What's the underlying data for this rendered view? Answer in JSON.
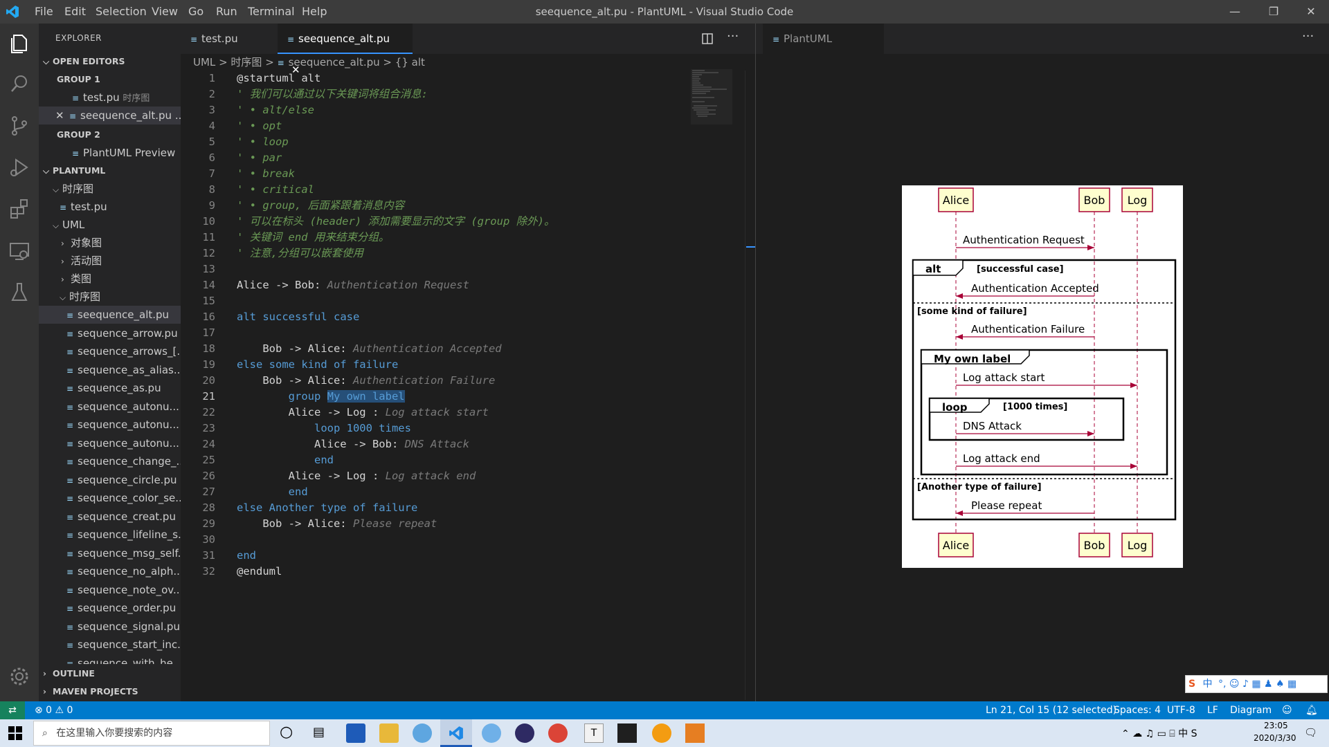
{
  "window": {
    "title": "seequence_alt.pu - PlantUML - Visual Studio Code",
    "menu": [
      "File",
      "Edit",
      "Selection",
      "View",
      "Go",
      "Run",
      "Terminal",
      "Help"
    ]
  },
  "sidebar": {
    "header": "EXPLORER",
    "open_editors": "OPEN EDITORS",
    "group1": "GROUP 1",
    "group1_items": [
      {
        "name": "test.pu",
        "desc": "时序图"
      },
      {
        "name": "seequence_alt.pu",
        "desc": "..."
      }
    ],
    "group2": "GROUP 2",
    "group2_items": [
      {
        "name": "PlantUML Preview"
      }
    ],
    "project": "PLANTUML",
    "tree": {
      "folder1": "时序图",
      "folder1_file": "test.pu",
      "uml": "UML",
      "uml_children": [
        "对象图",
        "活动图",
        "类图",
        "时序图"
      ],
      "files": [
        "seequence_alt.pu",
        "sequence_arrow.pu",
        "sequence_arrows_[...",
        "sequence_as_alias....",
        "sequence_as.pu",
        "sequence_autonu...",
        "sequence_autonu...",
        "sequence_autonu...",
        "sequence_change_...",
        "sequence_circle.pu",
        "sequence_color_se...",
        "sequence_creat.pu",
        "sequence_lifeline_s...",
        "sequence_msg_self...",
        "sequence_no_alph...",
        "sequence_note_ov...",
        "sequence_order.pu",
        "sequence_signal.pu",
        "sequence_start_inc...",
        "sequence_with_he..."
      ]
    },
    "outline": "OUTLINE",
    "maven": "MAVEN PROJECTS"
  },
  "editor": {
    "tabs": [
      {
        "label": "test.pu"
      },
      {
        "label": "seequence_alt.pu",
        "close": "✕"
      }
    ],
    "breadcrumb": {
      "a": "UML",
      "b": "时序图",
      "c": "seequence_alt.pu",
      "d": "{} alt",
      "sep": ">"
    },
    "line_numbers": [
      "1",
      "2",
      "3",
      "4",
      "5",
      "6",
      "7",
      "8",
      "9",
      "10",
      "11",
      "12",
      "13",
      "14",
      "15",
      "16",
      "17",
      "18",
      "19",
      "20",
      "21",
      "22",
      "23",
      "24",
      "25",
      "26",
      "27",
      "28",
      "29",
      "30",
      "31",
      "32"
    ],
    "lines": {
      "l1": "@startuml alt",
      "l2": "' 我们可以通过以下关键词将组合消息:",
      "l3": "' • alt/else",
      "l4": "' • opt",
      "l5": "' • loop",
      "l6": "' • par",
      "l7": "' • break",
      "l8": "' • critical",
      "l9": "' • group, 后面紧跟着消息内容",
      "l10": "' 可以在标头 (header) 添加需要显示的文字 (group 除外)。",
      "l11": "' 关键词 end 用来结束分组。",
      "l12": "' 注意,分组可以嵌套使用",
      "l14a": "Alice -> Bob: ",
      "l14b": "Authentication Request",
      "l16a": "alt",
      "l16b": " successful case",
      "l18a": "    Bob -> Alice: ",
      "l18b": "Authentication Accepted",
      "l19a": "else",
      "l19b": " some kind of failure",
      "l20a": "    Bob -> Alice: ",
      "l20b": "Authentication Failure",
      "l21a": "        group ",
      "l21b": "My own label",
      "l22a": "        Alice -> Log : ",
      "l22b": "Log attack start",
      "l23a": "            loop",
      "l23b": " 1000 times",
      "l24a": "            Alice -> Bob: ",
      "l24b": "DNS Attack",
      "l25": "            end",
      "l26a": "        Alice -> Log : ",
      "l26b": "Log attack end",
      "l27": "        end",
      "l28a": "else",
      "l28b": " Another type of failure",
      "l29a": "    Bob -> Alice: ",
      "l29b": "Please repeat",
      "l31": "end",
      "l32": "@enduml"
    }
  },
  "preview": {
    "tab": "PlantUML Preview",
    "diagram": {
      "participants": [
        "Alice",
        "Bob",
        "Log"
      ],
      "msg_auth_req": "Authentication Request",
      "alt": "alt",
      "alt_cond": "[successful case]",
      "msg_accepted": "Authentication Accepted",
      "else1": "[some kind of failure]",
      "msg_failure": "Authentication Failure",
      "group_label": "My own label",
      "msg_log_start": "Log attack start",
      "loop": "loop",
      "loop_cond": "[1000 times]",
      "msg_dns": "DNS Attack",
      "msg_log_end": "Log attack end",
      "else2": "[Another type of failure]",
      "msg_repeat": "Please repeat"
    }
  },
  "statusbar": {
    "problems": "⊗ 0 ⚠ 0",
    "position": "Ln 21, Col 15 (12 selected)",
    "spaces": "Spaces: 4",
    "encoding": "UTF-8",
    "eol": "LF",
    "language": "Diagram"
  },
  "taskbar": {
    "search_placeholder": "在这里输入你要搜索的内容",
    "time": "23:05",
    "date": "2020/3/30",
    "ime": "中"
  }
}
